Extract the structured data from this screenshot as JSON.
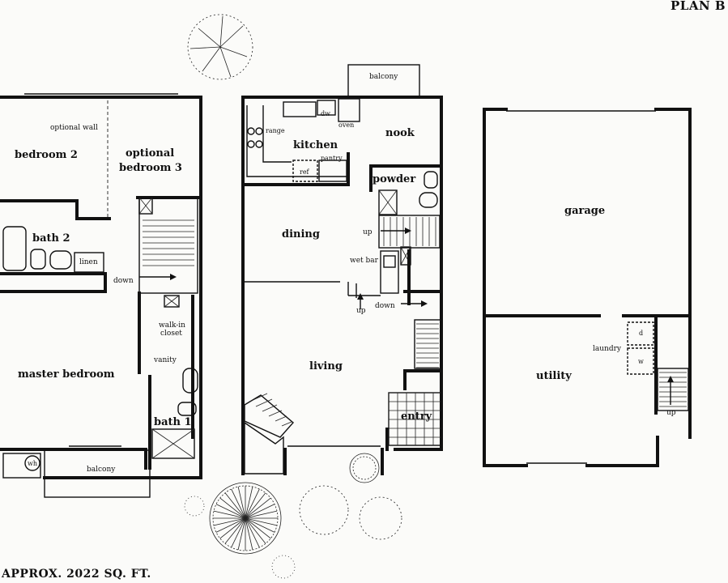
{
  "header": {
    "plan_name": "PLAN B"
  },
  "footer": {
    "area": "APPROX. 2022 SQ. FT."
  },
  "floor_upper": {
    "bedroom2": "bedroom 2",
    "optional_wall": "optional wall",
    "optional_bedroom3_line1": "optional",
    "optional_bedroom3_line2": "bedroom 3",
    "bath2": "bath 2",
    "linen": "linen",
    "down": "down",
    "walk_in_line1": "walk-in",
    "walk_in_line2": "closet",
    "vanity": "vanity",
    "master_bedroom": "master bedroom",
    "bath1": "bath 1",
    "balcony": "balcony",
    "water_heater": "wh"
  },
  "floor_main": {
    "balcony": "balcony",
    "dw": "dw",
    "oven": "oven",
    "range": "range",
    "kitchen": "kitchen",
    "pantry": "pantry",
    "ref": "ref",
    "nook": "nook",
    "powder": "powder",
    "dining": "dining",
    "up_stair": "up",
    "wet_bar": "wet bar",
    "up_step": "up",
    "down": "down",
    "living": "living",
    "entry": "entry"
  },
  "floor_lower": {
    "garage": "garage",
    "laundry": "laundry",
    "dryer": "d",
    "washer": "w",
    "utility": "utility",
    "up": "up"
  }
}
